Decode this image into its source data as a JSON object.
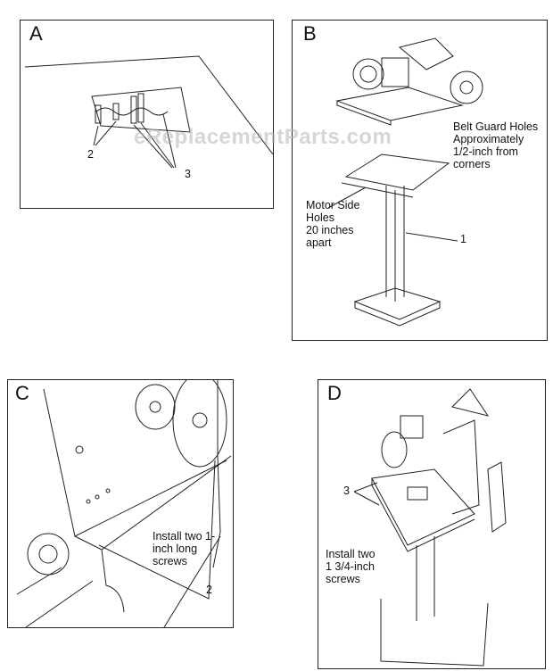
{
  "watermark": "eReplacementParts.com",
  "panels": {
    "a": {
      "letter": "A",
      "callouts": [
        "2",
        "3"
      ]
    },
    "b": {
      "letter": "B",
      "belt_guard_note": "Belt Guard Holes\nApproximately\n1/2-inch from\ncorners",
      "motor_side_note": "Motor Side\nHoles\n20 inches\napart",
      "callouts": [
        "1"
      ]
    },
    "c": {
      "letter": "C",
      "note": "Install two 1-\ninch long\nscrews",
      "callouts": [
        "2"
      ]
    },
    "d": {
      "letter": "D",
      "note": "Install two\n1 3/4-inch\nscrews",
      "callouts": [
        "3"
      ]
    }
  }
}
